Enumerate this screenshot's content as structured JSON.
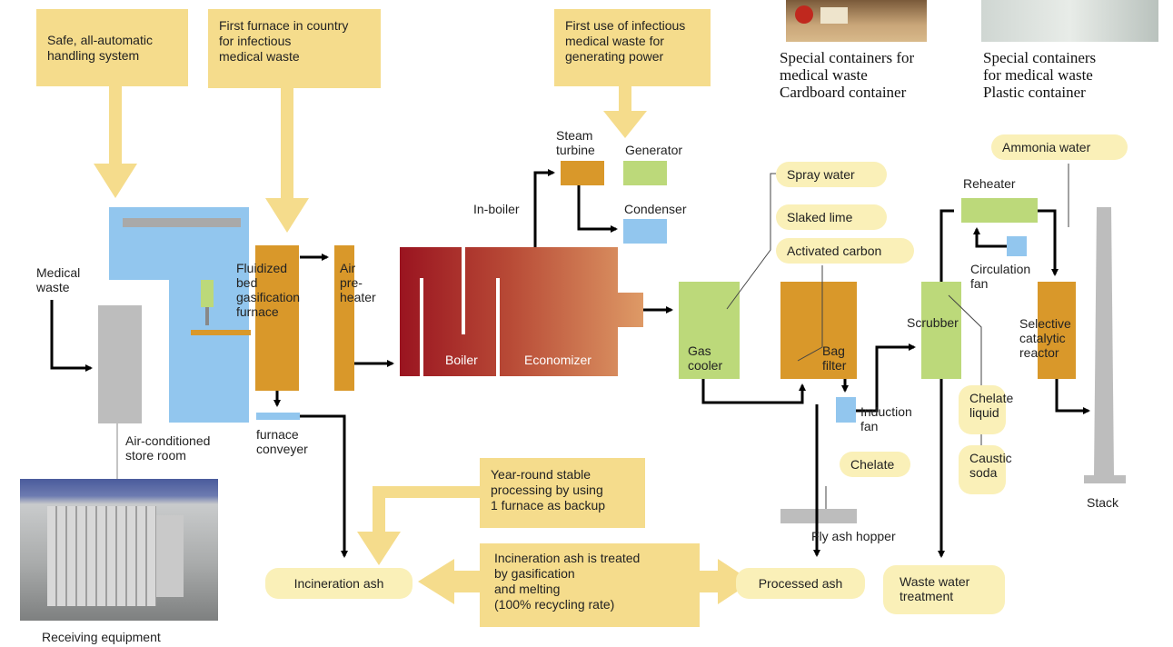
{
  "callouts": {
    "auto_handling": "Safe, all-automatic\nhandling system",
    "first_furnace": "First furnace in country\nfor infectious\nmedical waste",
    "first_use": "First use of infectious\nmedical waste for\ngenerating power",
    "year_round": "Year-round stable\nprocessing by using\n1 furnace as backup",
    "incineration_treated": "Incineration ash is treated\nby gasification\nand melting\n (100% recycling rate)"
  },
  "labels": {
    "medical_waste": "Medical\nwaste",
    "air_conditioned": "Air-conditioned\nstore room",
    "receiving": "Receiving equipment",
    "fluidized": "Fluidized\nbed\ngasification\nfurnace",
    "air_preheater": "Air\npre-\nheater",
    "furnace_conveyer": "furnace\nconveyer",
    "boiler": "Boiler",
    "economizer": "Economizer",
    "in_boiler": "In-boiler",
    "steam_turbine": "Steam\nturbine",
    "generator": "Generator",
    "condenser": "Condenser",
    "gas_cooler": "Gas\ncooler",
    "bag_filter": "Bag\nfilter",
    "induction_fan": "Induction\nfan",
    "scrubber": "Scrubber",
    "reheater": "Reheater",
    "circulation_fan": "Circulation\nfan",
    "scr": "Selective\ncatalytic\nreactor",
    "stack": "Stack",
    "fly_ash_hopper": "Fly ash hopper"
  },
  "pills": {
    "spray_water": "Spray water",
    "slaked_lime": "Slaked lime",
    "activated_carbon": "Activated carbon",
    "ammonia_water": "Ammonia water",
    "chelate_liquid": "Chelate\nliquid",
    "caustic_soda": "Caustic\nsoda",
    "chelate": "Chelate",
    "incineration_ash": "Incineration ash",
    "processed_ash": "Processed ash",
    "waste_water": "Waste water\ntreatment"
  },
  "containers": {
    "cardboard": "Special containers for\nmedical waste\nCardboard container",
    "plastic": "Special containers\nfor medical waste\nPlastic container"
  },
  "colors": {
    "callout": "#f5dc8c",
    "pill": "#faf0b8",
    "orange": "#d9982a",
    "green": "#bcd97a",
    "blue": "#92c6ee",
    "gray": "#bdbdbd",
    "boiler_dark": "#9a1420",
    "boiler_light": "#d98c5a"
  }
}
